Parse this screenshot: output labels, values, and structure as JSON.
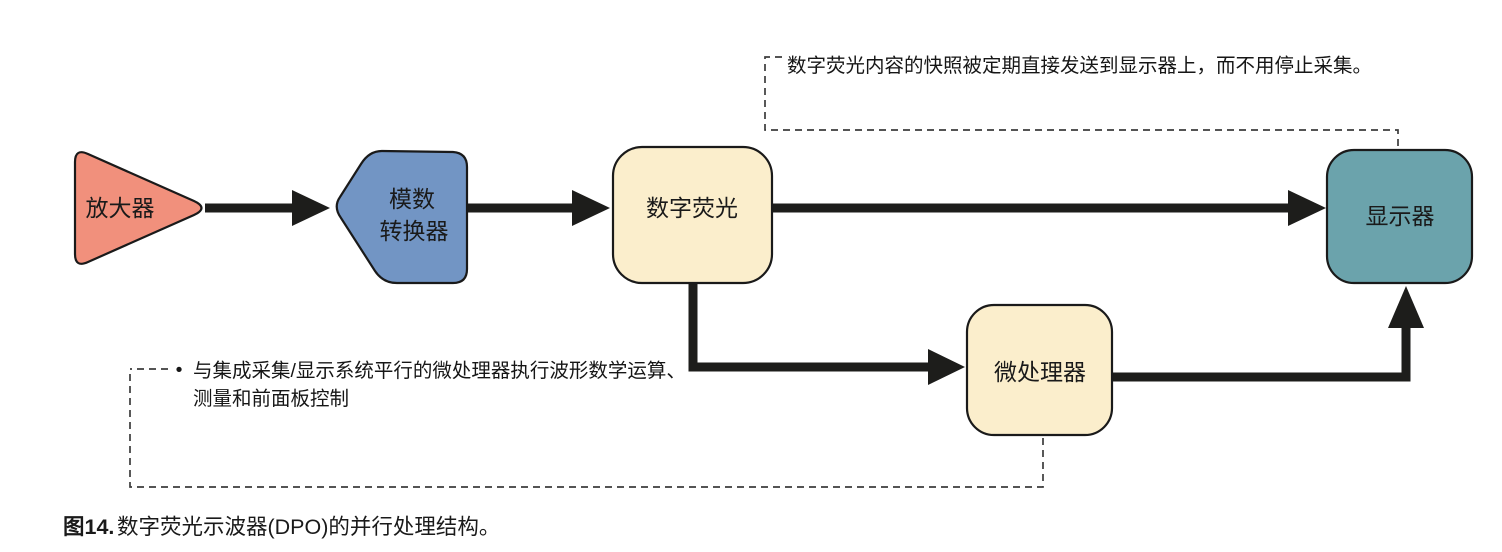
{
  "figure": {
    "caption_prefix": "图14.",
    "caption_text": "数字荧光示波器(DPO)的并行处理结构。"
  },
  "nodes": {
    "amplifier": {
      "label": "放大器",
      "fill": "#F1907C"
    },
    "adc": {
      "label_line1": "模数",
      "label_line2": "转换器",
      "fill": "#7295C4"
    },
    "digital_phosphor": {
      "label": "数字荧光",
      "fill": "#FBEECC"
    },
    "microprocessor": {
      "label": "微处理器",
      "fill": "#FBEECC"
    },
    "display": {
      "label": "显示器",
      "fill": "#6BA3AC"
    }
  },
  "annotations": {
    "top_note": "数字荧光内容的快照被定期直接发送到显示器上，而不用停止采集。",
    "left_note_bullet": "•",
    "left_note_line1": "与集成采集/显示系统平行的微处理器执行波形数学运算、",
    "left_note_line2": "测量和前面板控制"
  },
  "colors": {
    "connector": "#1D1D1B",
    "outline": "#1A1A1A",
    "dashed_line": "#3C3C3C",
    "background": "#FFFFFF"
  }
}
